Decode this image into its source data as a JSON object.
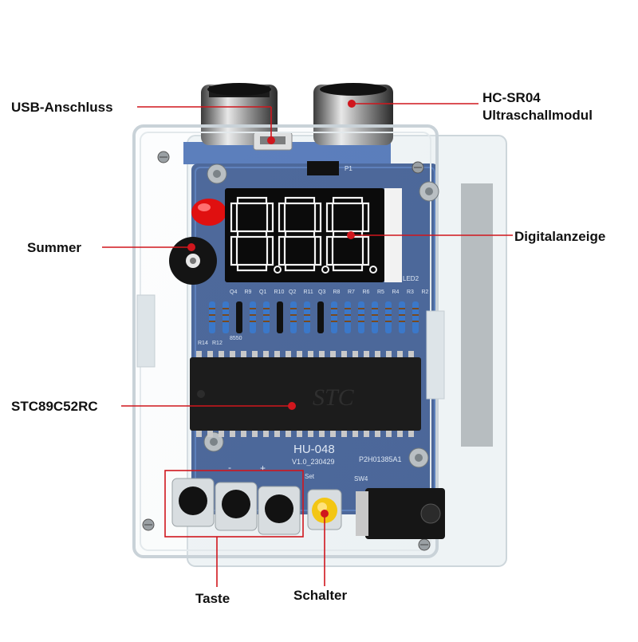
{
  "labels": {
    "usb": "USB-Anschluss",
    "hc_line1": "HC-SR04",
    "hc_line2": "Ultraschallmodul",
    "summer": "Summer",
    "digital": "Digitalanzeige",
    "mcu": "STC89C52RC",
    "taste": "Taste",
    "schalter": "Schalter"
  },
  "board": {
    "model": "HU-048",
    "version": "V1.0_230429",
    "code": "P2H01385A1",
    "display_label": "LED2",
    "set_label": "Set",
    "sw_label": "SW4",
    "minus": "-",
    "plus": "+",
    "chip_marking": "STC",
    "transistor": "8550",
    "p1": "P1",
    "comp_labels": [
      "Q4",
      "R9",
      "Q1",
      "R10",
      "Q2",
      "R11",
      "Q3",
      "R8",
      "R7",
      "R6",
      "R5",
      "R4",
      "R3",
      "R2"
    ],
    "r14": "R14",
    "r12": "R12"
  },
  "colors": {
    "callout": "#d0161d",
    "pcb": "#173a7c",
    "acrylic_edge": "#c9d2d8"
  }
}
